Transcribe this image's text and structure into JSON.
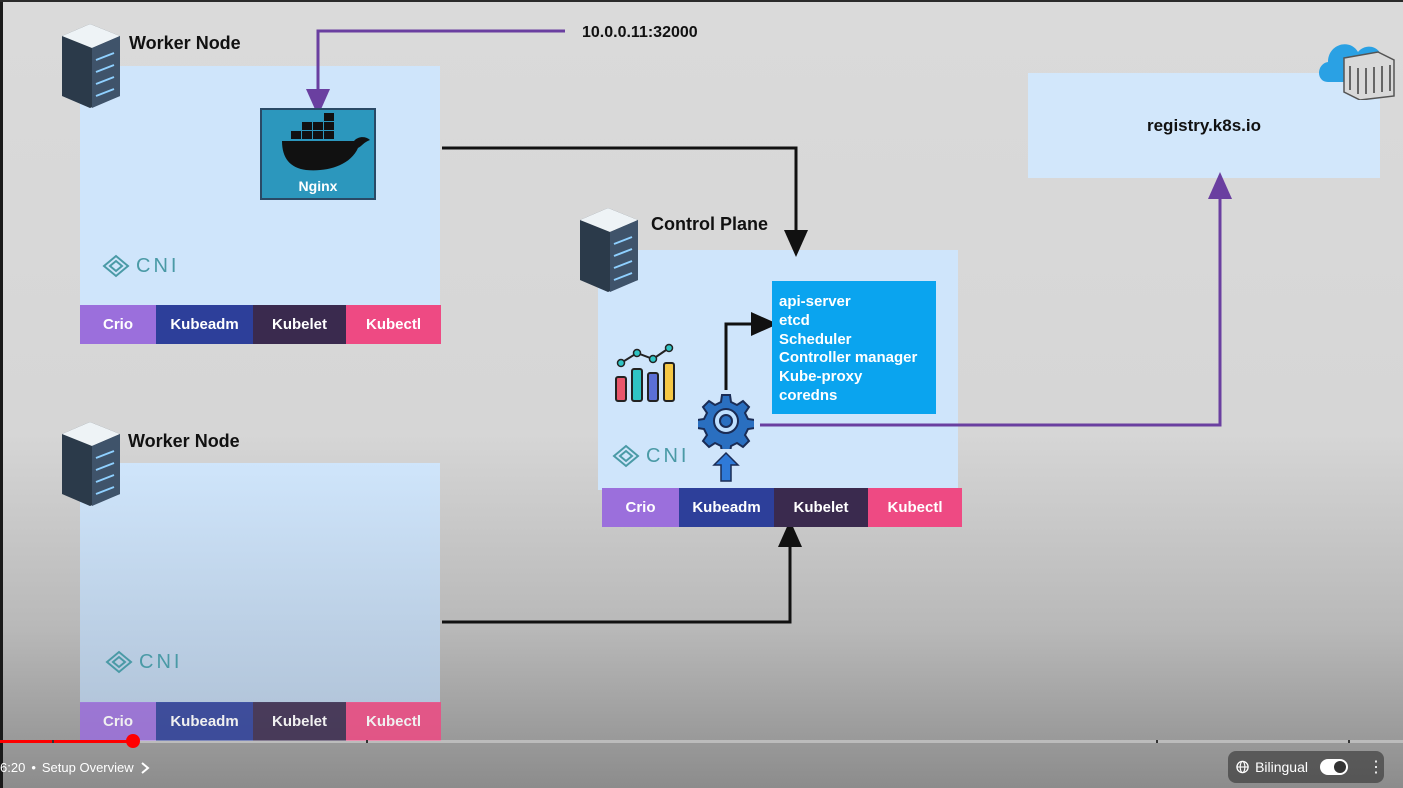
{
  "worker_node_1": {
    "title": "Worker Node",
    "pod": "Nginx",
    "cni": "CNI",
    "bar": [
      "Crio",
      "Kubeadm",
      "Kubelet",
      "Kubectl"
    ]
  },
  "worker_node_2": {
    "title": "Worker Node",
    "cni": "CNI",
    "bar": [
      "Crio",
      "Kubeadm",
      "Kubelet",
      "Kubectl"
    ]
  },
  "control_plane": {
    "title": "Control Plane",
    "components": [
      "api-server",
      "etcd",
      "Scheduler",
      "Controller manager",
      "Kube-proxy",
      "coredns"
    ],
    "cni": "CNI",
    "bar": [
      "Crio",
      "Kubeadm",
      "Kubelet",
      "Kubectl"
    ]
  },
  "endpoint": "10.0.0.11:32000",
  "registry": "registry.k8s.io",
  "player": {
    "time": "6:20",
    "separator": "•",
    "chapter": "Setup Overview",
    "bilingual_label": "Bilingual",
    "progress": 0.095
  },
  "colors": {
    "crio": "#9b6fdc",
    "kubeadm": "#2d3f9a",
    "kubelet": "#3a2a4e",
    "kubectl": "#ee4a83",
    "node_bg": "#cfe5fb",
    "components_bg": "#0aa4ef",
    "flow_purple": "#6a3fa0",
    "progress_red": "#ff0000"
  },
  "icons": [
    "server-icon",
    "docker-whale-icon",
    "cni-logo-icon",
    "chart-icon",
    "gear-icon",
    "up-arrow-icon",
    "cloud-registry-icon",
    "globe-icon",
    "chevron-right-icon",
    "more-vert-icon"
  ]
}
